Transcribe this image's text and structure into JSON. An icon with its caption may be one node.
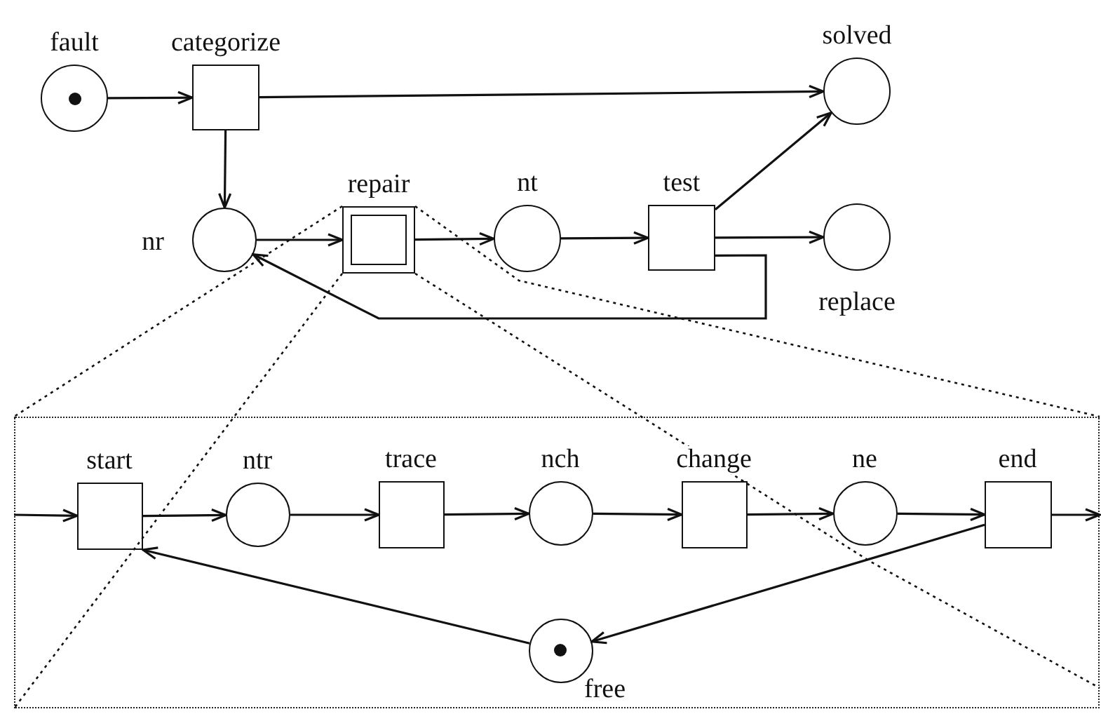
{
  "diagram": {
    "nodes": [
      {
        "text": [
          "fault"
        ]
      },
      {
        "text": [
          "categorize"
        ]
      },
      {
        "text": [
          "solved"
        ]
      },
      {
        "text": [
          "nr"
        ]
      },
      {
        "text": [
          "repair"
        ]
      },
      {
        "text": [
          "nt"
        ]
      },
      {
        "text": [
          "test"
        ]
      },
      {
        "text": [
          "replace"
        ]
      },
      {
        "text": [],
        "shape": "box"
      },
      {
        "text": [
          "start"
        ],
        "in": 8
      },
      {
        "text": [
          "ntr"
        ],
        "in": 8
      },
      {
        "text": [
          "trace"
        ],
        "in": 8
      },
      {
        "text": [
          "nch"
        ],
        "in": 8
      },
      {
        "text": [
          "change"
        ],
        "in": 8
      },
      {
        "text": [
          "ne"
        ],
        "in": 8
      },
      {
        "text": [
          "end"
        ],
        "in": 8
      },
      {
        "text": [
          "free"
        ],
        "in": 8
      }
    ],
    "edges": [
      {
        "from": 0,
        "to": 1,
        "arrow": "to"
      },
      {
        "from": 1,
        "to": 2,
        "arrow": "to"
      },
      {
        "from": 1,
        "to": 3,
        "arrow": "to"
      },
      {
        "from": 3,
        "to": 4,
        "arrow": "to"
      },
      {
        "from": 4,
        "to": 5,
        "arrow": "to"
      },
      {
        "from": 5,
        "to": 6,
        "arrow": "to"
      },
      {
        "from": 6,
        "to": 2,
        "arrow": "to"
      },
      {
        "from": 6,
        "to": 7,
        "arrow": "to"
      },
      {
        "from": 6,
        "to": 3,
        "arrow": "to"
      },
      {
        "from": 4,
        "to": 8,
        "arrow": "none",
        "style": "dashed"
      },
      {
        "from": 4,
        "to": 8,
        "arrow": "none",
        "style": "dashed"
      },
      {
        "from": 4,
        "to": 8,
        "arrow": "none",
        "style": "dashed"
      },
      {
        "from": 4,
        "to": 8,
        "arrow": "none",
        "style": "dashed"
      },
      {
        "from": null,
        "to": 9,
        "arrow": "to"
      },
      {
        "from": 9,
        "to": 10,
        "arrow": "to"
      },
      {
        "from": 10,
        "to": 11,
        "arrow": "to"
      },
      {
        "from": 11,
        "to": 12,
        "arrow": "to"
      },
      {
        "from": 12,
        "to": 13,
        "arrow": "to"
      },
      {
        "from": 13,
        "to": 14,
        "arrow": "to"
      },
      {
        "from": 14,
        "to": 15,
        "arrow": "to"
      },
      {
        "from": 15,
        "to": null,
        "arrow": "to"
      },
      {
        "from": 15,
        "to": 16,
        "arrow": "to"
      },
      {
        "from": 16,
        "to": 9,
        "arrow": "to"
      }
    ]
  }
}
